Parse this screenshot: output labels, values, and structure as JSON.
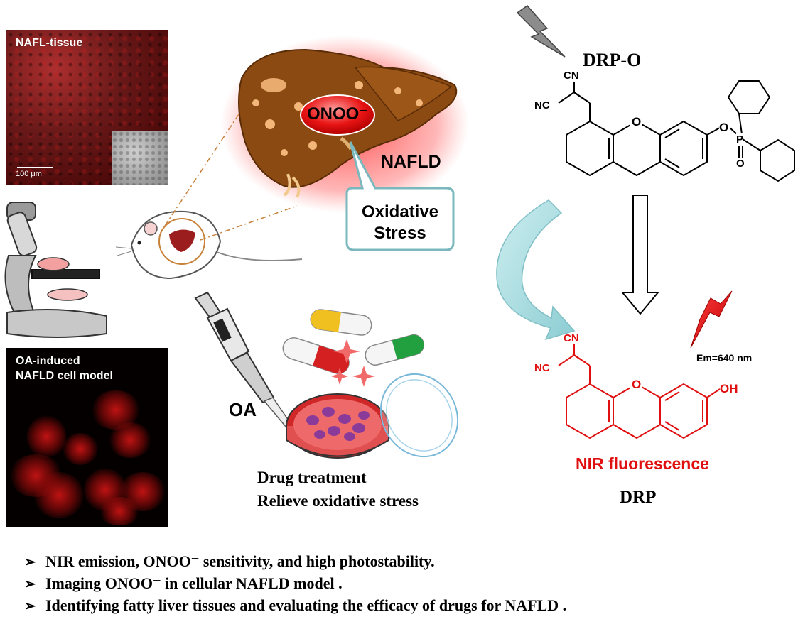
{
  "panels": {
    "tissue": {
      "title": "NAFL-tissue",
      "scale": "100 μm"
    },
    "cell": {
      "title_line1": "OA-induced",
      "title_line2": "NAFLD cell model"
    }
  },
  "labels": {
    "onoo": "ONOO⁻",
    "nafld": "NAFLD",
    "stress_line1": "Oxidative",
    "stress_line2": "Stress",
    "oa": "OA",
    "drug_line1": "Drug treatment",
    "drug_line2": "Relieve oxidative stress",
    "probe": "DRP-O",
    "product": "DRP",
    "nir": "NIR fluorescence",
    "em": "Em=640 nm"
  },
  "chemistry": {
    "cn": "CN",
    "nc": "NC",
    "o": "O",
    "p": "P",
    "oh": "OH"
  },
  "bullets": [
    "NIR emission, ONOO⁻ sensitivity, and high  photostability.",
    "Imaging ONOO⁻ in cellular NAFLD model .",
    "Identifying fatty liver tissues and evaluating the efficacy of drugs for NAFLD ."
  ],
  "colors": {
    "accent_red": "#e01010",
    "liver_brown": "#8b4a12",
    "callout_teal": "#7ab8bd",
    "arrow_teal": "#a8d8dc"
  }
}
